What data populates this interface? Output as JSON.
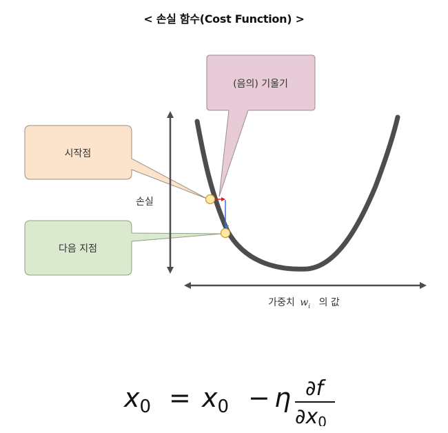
{
  "title": "< 손실 함수(Cost Function) >",
  "callouts": {
    "start": {
      "label": "시작점",
      "fill": "#fce3cc"
    },
    "next": {
      "label": "다음 지점",
      "fill": "#dbeacf"
    },
    "slope": {
      "label": "(음의) 기울기",
      "fill": "#e7cbd7"
    }
  },
  "axes": {
    "y_label": "손실",
    "x_label_prefix": "가중치",
    "x_label_var": "w",
    "x_label_sub": "i",
    "x_label_suffix": "의 값"
  },
  "formula": {
    "lhs": "x",
    "lhs_sub": "0",
    "equals": "=",
    "rhs_var": "x",
    "rhs_sub": "0",
    "minus": "−",
    "eta": "η",
    "num": "∂f",
    "den_partial": "∂x",
    "den_sub": "0"
  },
  "colors": {
    "curve": "#4d4d4d",
    "point_fill": "#ffe8a8",
    "point_stroke": "#c79a30",
    "horizontal_arrow": "#e02020",
    "vertical_arrow": "#3b6fd4"
  }
}
